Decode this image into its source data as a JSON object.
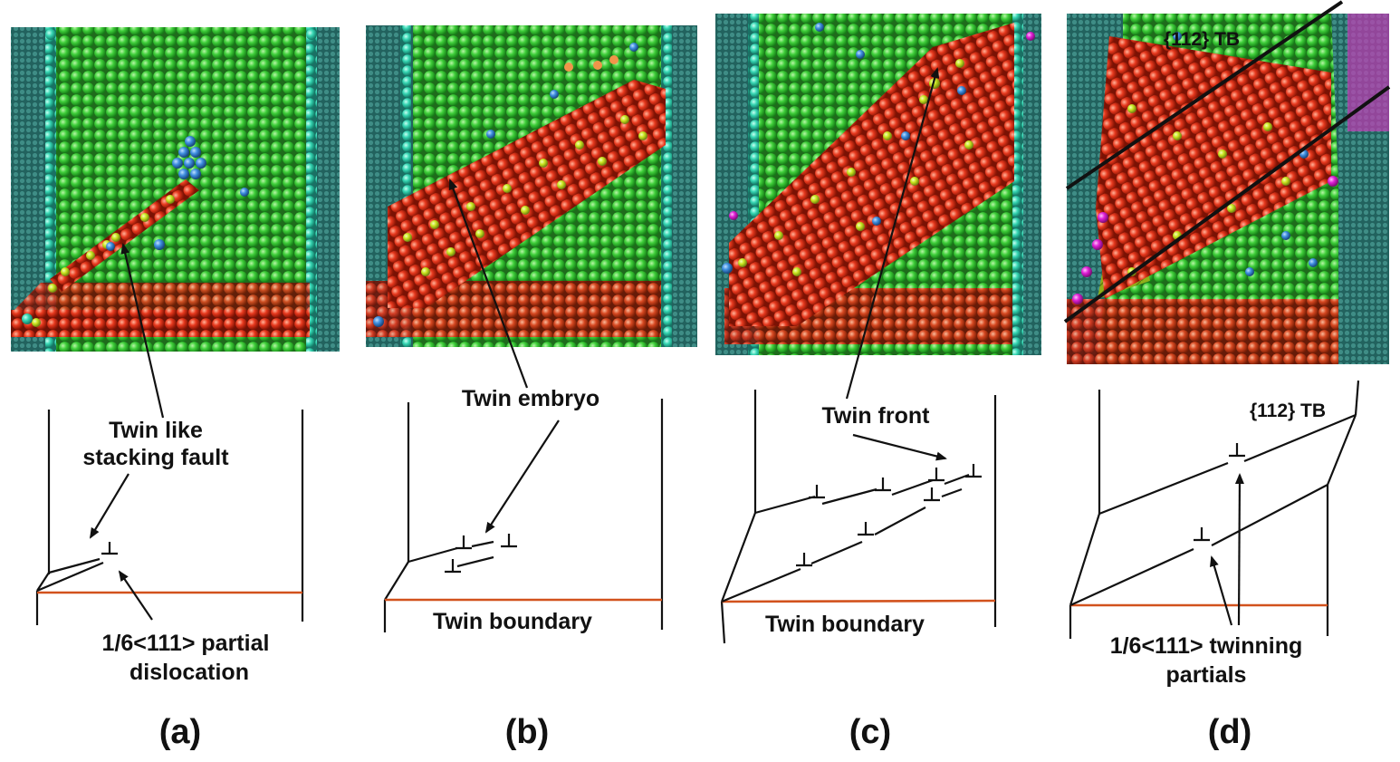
{
  "colors": {
    "matrix_atom": "#3fcf3a",
    "fault_atom": "#e8391e",
    "partial_atom": "#c9e51f",
    "defect_atom": "#3f8fe0",
    "surface_atom": "#36d6b3",
    "edge_wall": "#22625e",
    "magenta_atom": "#e01fd6",
    "twin_boundary_line": "#d2521d",
    "schematic_line": "#111111"
  },
  "panels": [
    {
      "id": "a",
      "label": "(a)",
      "annotations": {
        "top": [
          "Twin like",
          "stacking fault"
        ],
        "bottom": [
          "1/6<111> partial",
          "dislocation"
        ]
      }
    },
    {
      "id": "b",
      "label": "(b)",
      "annotations": {
        "top": [
          "Twin embryo"
        ],
        "bottom": [
          "Twin boundary"
        ]
      }
    },
    {
      "id": "c",
      "label": "(c)",
      "annotations": {
        "top": [
          "Twin front"
        ],
        "bottom": [
          "Twin boundary"
        ]
      }
    },
    {
      "id": "d",
      "label": "(d)",
      "annotations": {
        "image_tb": "{112} TB",
        "top": [
          "{112} TB"
        ],
        "bottom": [
          "1/6<111> twinning",
          "partials"
        ]
      }
    }
  ]
}
